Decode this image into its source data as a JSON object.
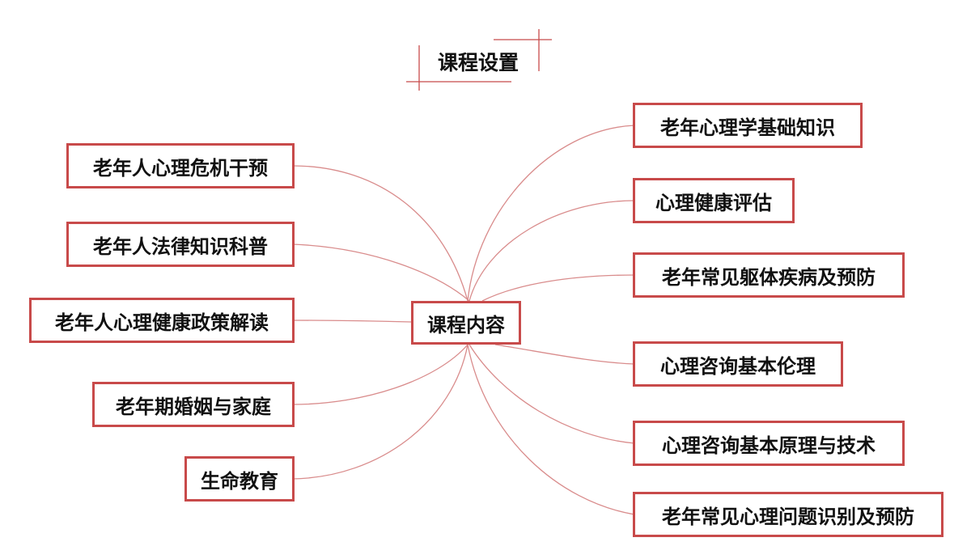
{
  "title": "课程设置",
  "center": {
    "label": "课程内容"
  },
  "left_items": [
    {
      "label": "老年人心理危机干预"
    },
    {
      "label": "老年人法律知识科普"
    },
    {
      "label": "老年人心理健康政策解读"
    },
    {
      "label": "老年期婚姻与家庭"
    },
    {
      "label": "生命教育"
    }
  ],
  "right_items": [
    {
      "label": "老年心理学基础知识"
    },
    {
      "label": "心理健康评估"
    },
    {
      "label": "老年常见躯体疾病及预防"
    },
    {
      "label": "心理咨询基本伦理"
    },
    {
      "label": "心理咨询基本原理与技术"
    },
    {
      "label": "老年常见心理问题识别及预防"
    }
  ],
  "colors": {
    "border": "#c84a4a",
    "connector": "#d98c8c",
    "title_decoration": "#c84a4a",
    "text": "#111111"
  }
}
